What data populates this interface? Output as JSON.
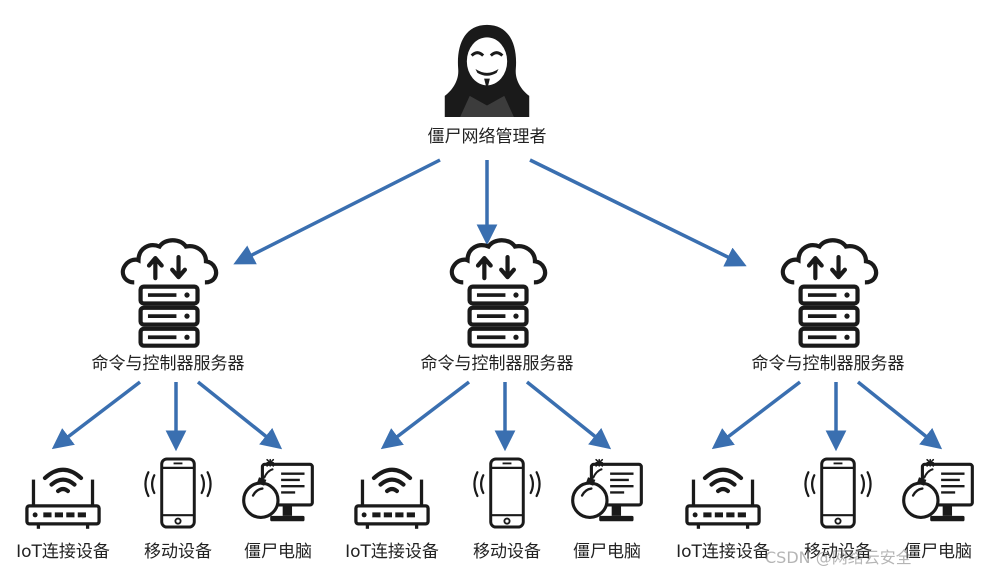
{
  "diagram": {
    "top_node": {
      "label": "僵尸网络管理者",
      "icon": "hacker-icon"
    },
    "servers": [
      {
        "label": "命令与控制器服务器",
        "icon": "cloud-server-icon"
      },
      {
        "label": "命令与控制器服务器",
        "icon": "cloud-server-icon"
      },
      {
        "label": "命令与控制器服务器",
        "icon": "cloud-server-icon"
      }
    ],
    "devices": [
      {
        "label": "IoT连接设备",
        "icon": "router-icon"
      },
      {
        "label": "移动设备",
        "icon": "smartphone-icon"
      },
      {
        "label": "僵尸电脑",
        "icon": "infected-computer-icon"
      },
      {
        "label": "IoT连接设备",
        "icon": "router-icon"
      },
      {
        "label": "移动设备",
        "icon": "smartphone-icon"
      },
      {
        "label": "僵尸电脑",
        "icon": "infected-computer-icon"
      },
      {
        "label": "IoT连接设备",
        "icon": "router-icon"
      },
      {
        "label": "移动设备",
        "icon": "smartphone-icon"
      },
      {
        "label": "僵尸电脑",
        "icon": "infected-computer-icon"
      }
    ],
    "arrow_color": "#3a6fb0",
    "icon_color": "#1a1a1a"
  },
  "watermark": "CSDN @网络云安全"
}
